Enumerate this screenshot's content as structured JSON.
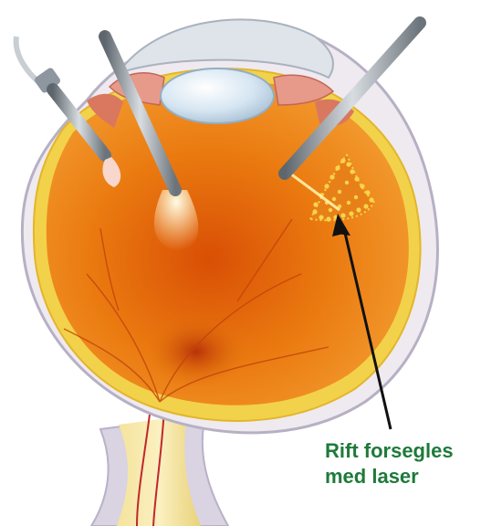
{
  "annotation": {
    "line1": "Rift forsegles",
    "line2": "med laser"
  },
  "colors": {
    "label_green": "#1f7a3a",
    "retina_orange": "#e2720a",
    "sclera": "#f3efe6",
    "lens": "#d6e6f2",
    "instrument_steel": "#9aa4ad",
    "arrow": "#111111"
  },
  "icons": {
    "eye_illustration": "eye-cross-section",
    "pointer": "arrow-icon"
  }
}
